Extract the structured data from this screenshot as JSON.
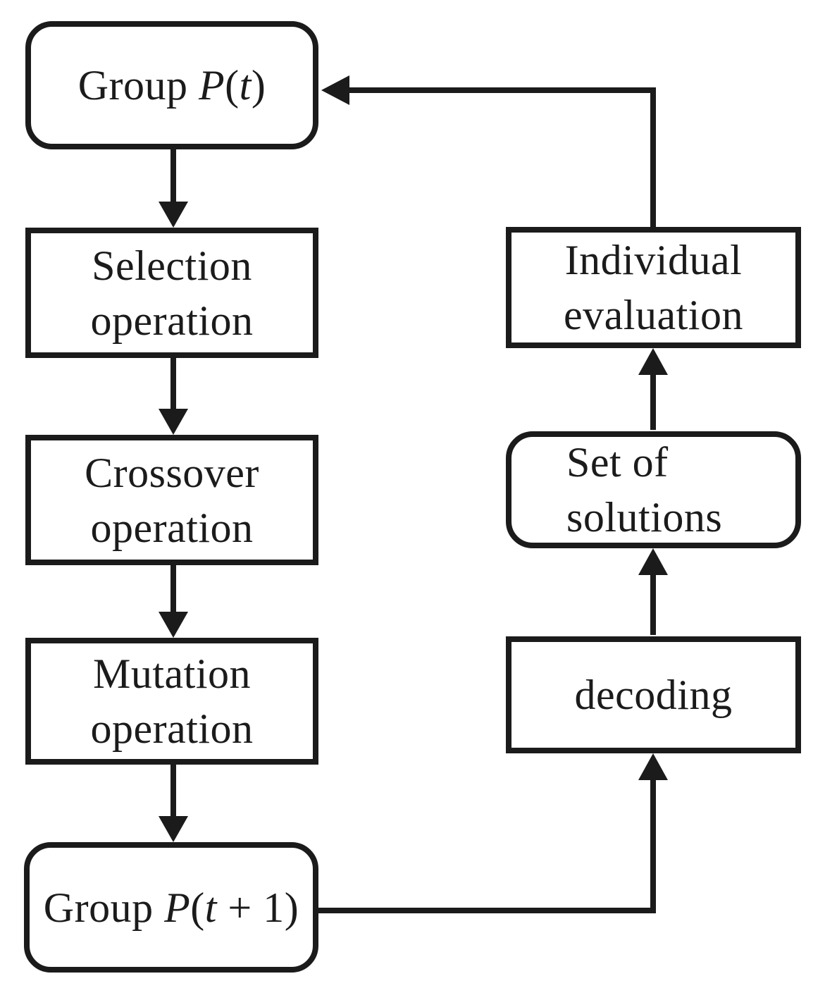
{
  "diagram": {
    "description": "Genetic algorithm flowchart loop",
    "colors": {
      "ink": "#1b1b1b",
      "background": "#ffffff",
      "node_fill": "#ffffff"
    },
    "nodes": {
      "group_pt": {
        "shape": "rounded",
        "pre": "Group ",
        "var": "P",
        "paren_open": "(",
        "arg": "t",
        "paren_close": ")",
        "label": "Group P(t)"
      },
      "selection": {
        "shape": "rectangle",
        "line1": "Selection",
        "line2": "operation",
        "label": "Selection operation"
      },
      "crossover": {
        "shape": "rectangle",
        "line1": "Crossover",
        "line2": "operation",
        "label": "Crossover operation"
      },
      "mutation": {
        "shape": "rectangle",
        "line1": "Mutation",
        "line2": "operation",
        "label": "Mutation operation"
      },
      "group_pt1": {
        "shape": "rounded",
        "pre": "Group ",
        "var": "P",
        "paren_open": "(",
        "arg": "t",
        "paren_close": " + 1)",
        "label": "Group P(t + 1)"
      },
      "individual_evaluation": {
        "shape": "rectangle",
        "line1": "Individual",
        "line2": "evaluation",
        "label": "Individual evaluation"
      },
      "set_of_solutions": {
        "shape": "rounded",
        "line1": "Set of",
        "line2": "solutions",
        "label": "Set of solutions"
      },
      "decoding": {
        "shape": "rectangle",
        "line1": "decoding",
        "line2": "",
        "label": "decoding"
      }
    },
    "edges": [
      {
        "from": "group_pt",
        "to": "selection",
        "route": "down"
      },
      {
        "from": "selection",
        "to": "crossover",
        "route": "down"
      },
      {
        "from": "crossover",
        "to": "mutation",
        "route": "down"
      },
      {
        "from": "mutation",
        "to": "group_pt1",
        "route": "down"
      },
      {
        "from": "group_pt1",
        "to": "decoding",
        "route": "right-then-up"
      },
      {
        "from": "decoding",
        "to": "set_of_solutions",
        "route": "up"
      },
      {
        "from": "set_of_solutions",
        "to": "individual_evaluation",
        "route": "up"
      },
      {
        "from": "individual_evaluation",
        "to": "group_pt",
        "route": "up-then-left"
      }
    ]
  }
}
